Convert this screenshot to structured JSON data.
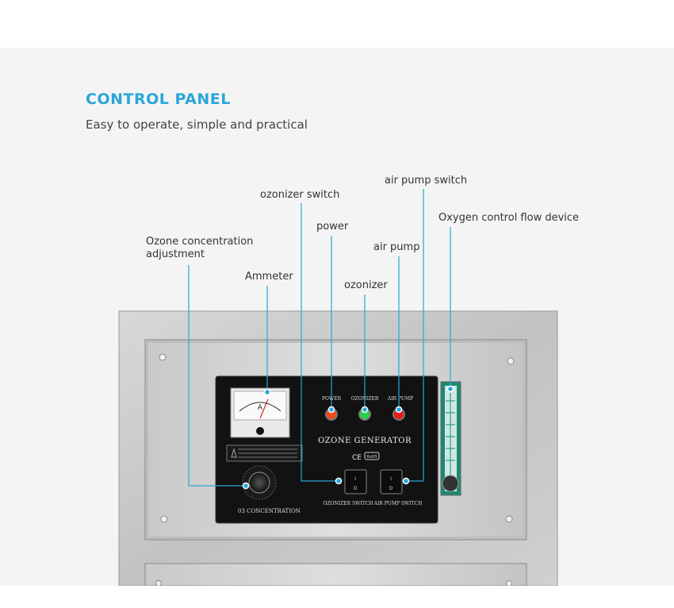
{
  "header": {
    "title": "CONTROL PANEL",
    "subtitle": "Easy to operate, simple and practical"
  },
  "callouts": {
    "ozone_concentration_adjustment": "Ozone concentration adjustment",
    "ammeter": "Ammeter",
    "ozonizer_switch": "ozonizer switch",
    "power": "power",
    "ozonizer": "ozonizer",
    "air_pump": "air pump",
    "air_pump_switch": "air pump switch",
    "oxygen_control_flow_device": "Oxygen control flow device"
  },
  "panel": {
    "indicator_power": "POWER",
    "indicator_ozonizer": "OZONIZER",
    "indicator_air_pump": "AIR PUMP",
    "name": "OZONE GENERATOR",
    "ce_mark": "CE",
    "rohs_mark": "RoHS",
    "ozonizer_switch_label": "OZONIZER SWITCH",
    "air_pump_switch_label": "AIR PUMP SWITCH",
    "concentration_label": "03  CONCENTRATION",
    "meter_unit": "A",
    "switch_on": "I",
    "switch_off": "O"
  },
  "colors": {
    "accent": "#2aa6d9",
    "leader_line": "#2aa6d9",
    "power_led": "#f04a1c",
    "ozonizer_led": "#2bd14a",
    "air_pump_led": "#e81c1c"
  }
}
